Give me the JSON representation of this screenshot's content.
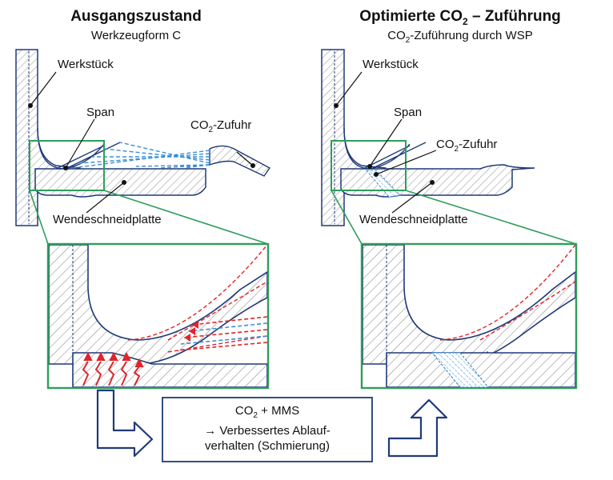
{
  "left": {
    "title": "Ausgangszustand",
    "subtitle": "Werkzeugform C",
    "label_workpiece": "Werkstück",
    "label_chip": "Span",
    "label_co2_prefix": "CO",
    "label_co2_sub": "2",
    "label_co2_suffix": "-Zufuhr",
    "label_insert": "Wendeschneidplatte"
  },
  "right": {
    "title_prefix": "Optimierte CO",
    "title_sub": "2",
    "title_suffix": " – Zuführung",
    "subtitle_prefix": "CO",
    "subtitle_sub": "2",
    "subtitle_suffix": "-Zuführung durch WSP",
    "label_workpiece": "Werkstück",
    "label_chip": "Span",
    "label_co2_prefix": "CO",
    "label_co2_sub": "2",
    "label_co2_suffix": "-Zufuhr",
    "label_insert": "Wendeschneidplatte"
  },
  "center_box": {
    "line1_prefix": "CO",
    "line1_sub": "2",
    "line1_suffix": " + MMS",
    "line2": "→ Verbessertes Ablauf-",
    "line3": "verhalten (Schmierung)"
  },
  "colors": {
    "navy": "#1f3a77",
    "green": "#2e9e5a",
    "red": "#e0242b",
    "blue_dash": "#3a8fd6",
    "hatch": "#9a9a9a"
  }
}
